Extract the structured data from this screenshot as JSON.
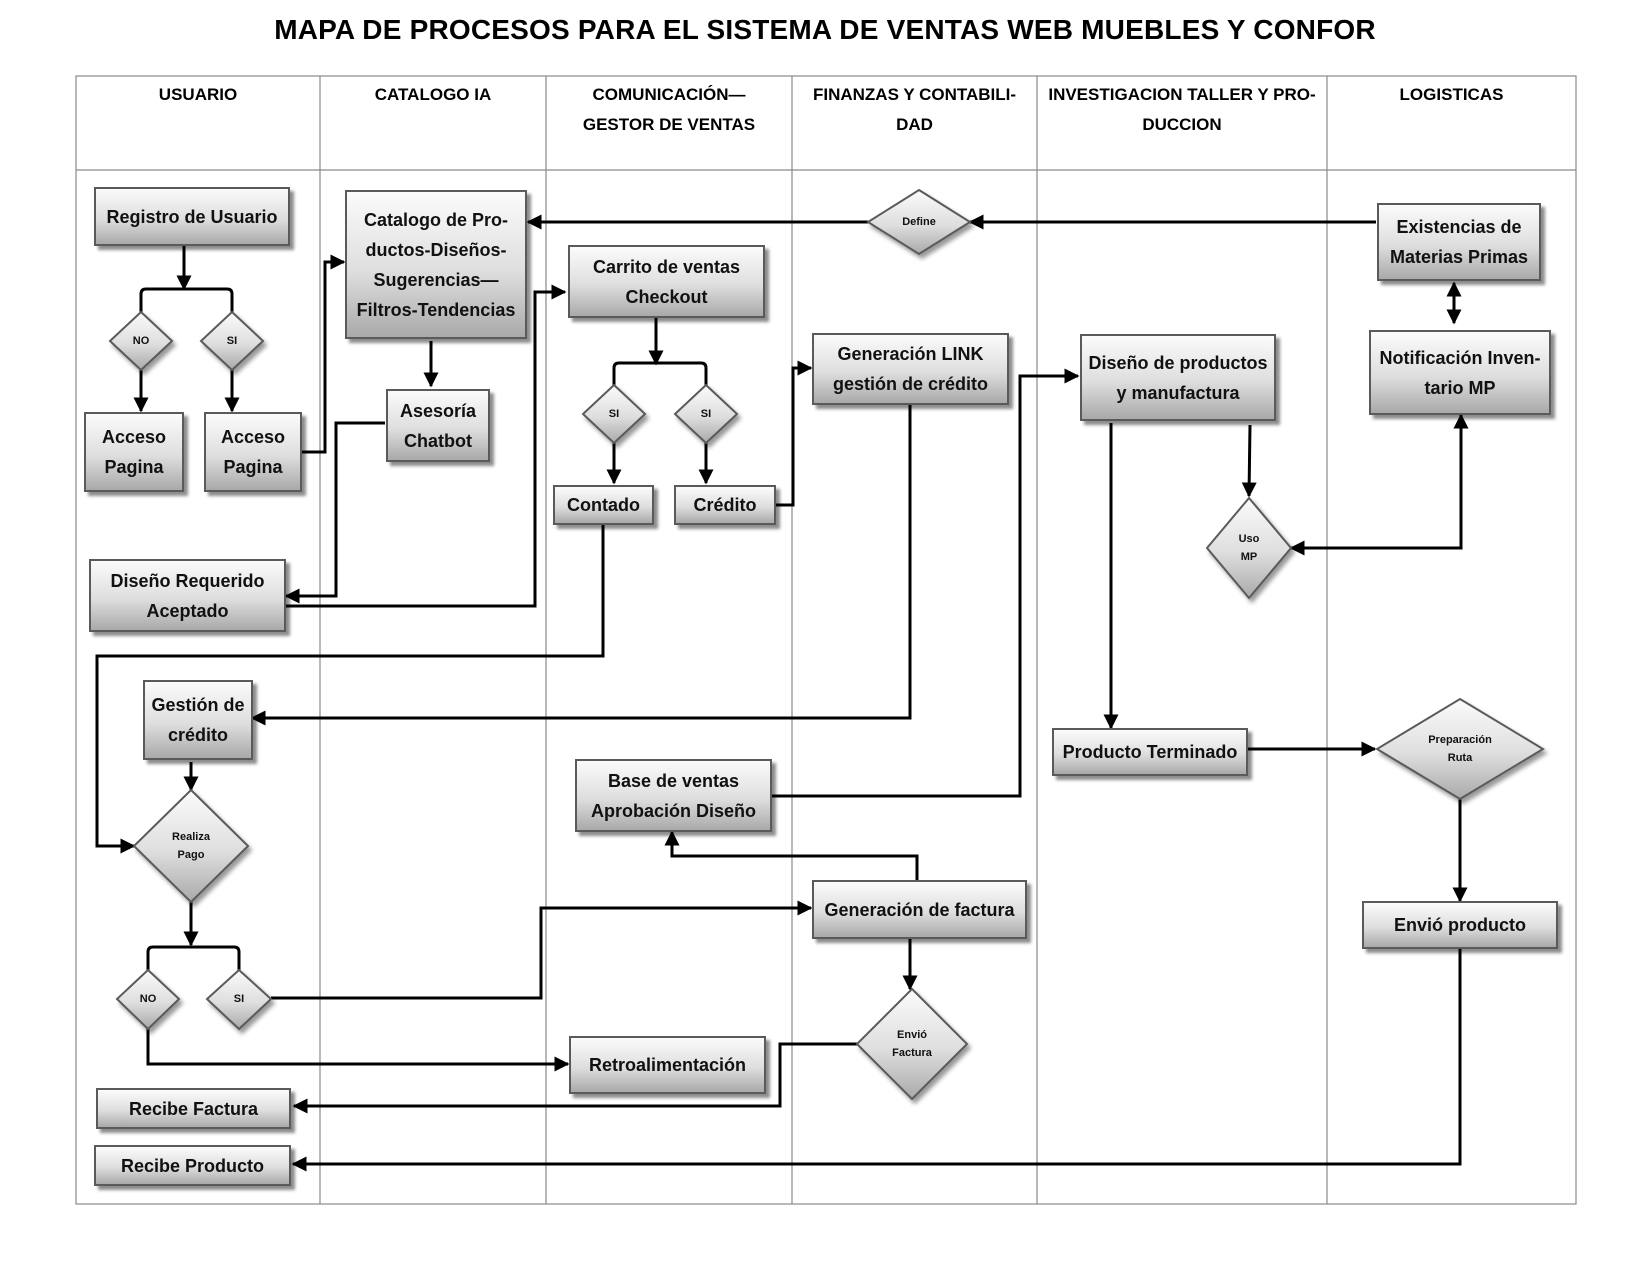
{
  "title": "MAPA DE PROCESOS PARA EL SISTEMA DE VENTAS WEB MUEBLES Y CONFOR",
  "lanes": [
    {
      "label": "USUARIO"
    },
    {
      "label": "CATALOGO IA"
    },
    {
      "label": "COMUNICACIÓN—\nGESTOR DE VENTAS"
    },
    {
      "label": "FINANZAS Y CONTABILI-\nDAD"
    },
    {
      "label": "INVESTIGACION TALLER Y PRO-\nDUCCION"
    },
    {
      "label": "LOGISTICAS"
    }
  ],
  "nodes": {
    "registro_usuario": "Registro de Usuario",
    "acceso_pagina_no": "Acceso\nPagina",
    "acceso_pagina_si": "Acceso\nPagina",
    "diseno_requerido": "Diseño Requerido\nAceptado",
    "gestion_credito": "Gestión de\ncrédito",
    "recibe_factura": "Recibe Factura",
    "recibe_producto": "Recibe Producto",
    "catalogo_productos": "Catalogo de Pro-\nductos-Diseños-\nSugerencias—\nFiltros-Tendencias",
    "asesoria_chatbot": "Asesoría\nChatbot",
    "carrito_ventas": "Carrito de ventas\nCheckout",
    "contado": "Contado",
    "credito": "Crédito",
    "base_ventas": "Base de ventas\nAprobación Diseño",
    "retroalimentacion": "Retroalimentación",
    "generacion_link": "Generación LINK\ngestión de crédito",
    "generacion_factura": "Generación de factura",
    "diseno_productos": "Diseño de productos\ny manufactura",
    "producto_terminado": "Producto Terminado",
    "existencias_mp": "Existencias  de\nMaterias Primas",
    "notificacion_inventario": "Notificación Inven-\ntario MP",
    "envio_producto": "Envió producto"
  },
  "decisions": {
    "registro_no": "NO",
    "registro_si": "SI",
    "carrito_si_1": "SI",
    "carrito_si_2": "SI",
    "define": "Define",
    "realiza_pago": "Realiza\nPago",
    "pago_no": "NO",
    "pago_si": "SI",
    "uso_mp": "Uso\nMP",
    "envio_factura": "Envió\nFactura",
    "preparacion_ruta": "Preparación\nRuta"
  }
}
